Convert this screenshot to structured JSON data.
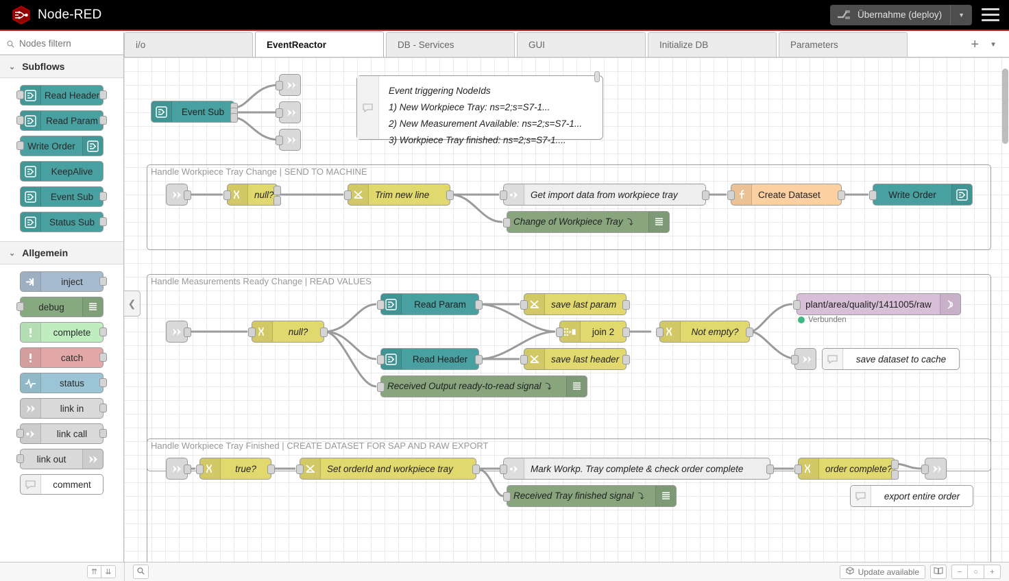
{
  "header": {
    "brand": "Node-RED",
    "logo_icon": "node-red-hex-logo",
    "deploy_label": "Übernahme (deploy)",
    "deploy_icon": "deploy-icon",
    "deploy_caret_icon": "chevron-down-icon",
    "menu_icon": "hamburger-menu-icon"
  },
  "palette": {
    "search_placeholder": "Nodes filtern",
    "search_icon": "search-icon",
    "collapse_icon": "chevron-left-icon",
    "categories": [
      {
        "name": "Subflows",
        "chevron_icon": "chevron-down-icon",
        "nodes": [
          {
            "label": "Read Header",
            "icon": "subflow-icon",
            "color": "#48a0a0",
            "icon_side": "left",
            "in": true,
            "out": true
          },
          {
            "label": "Read Param",
            "icon": "subflow-icon",
            "color": "#48a0a0",
            "icon_side": "left",
            "in": true,
            "out": true
          },
          {
            "label": "Write Order",
            "icon": "subflow-icon",
            "color": "#48a0a0",
            "icon_side": "right",
            "in": true,
            "out": false
          },
          {
            "label": "KeepAlive",
            "icon": "subflow-icon",
            "color": "#48a0a0",
            "icon_side": "left",
            "in": false,
            "out": false
          },
          {
            "label": "Event Sub",
            "icon": "subflow-icon",
            "color": "#48a0a0",
            "icon_side": "left",
            "in": false,
            "out": true
          },
          {
            "label": "Status Sub",
            "icon": "subflow-icon",
            "color": "#48a0a0",
            "icon_side": "left",
            "in": false,
            "out": true
          }
        ]
      },
      {
        "name": "Allgemein",
        "chevron_icon": "chevron-down-icon",
        "nodes": [
          {
            "label": "inject",
            "icon": "inject-arrow-icon",
            "color": "#a6bbcf",
            "icon_side": "left",
            "in": false,
            "out": true
          },
          {
            "label": "debug",
            "icon": "debug-lines-icon",
            "color": "#87a980",
            "icon_side": "right",
            "in": true,
            "out": false
          },
          {
            "label": "complete",
            "icon": "exclamation-icon",
            "color": "#c0edc0",
            "icon_side": "left",
            "in": false,
            "out": true
          },
          {
            "label": "catch",
            "icon": "exclamation-icon",
            "color": "#e2a8a8",
            "icon_side": "left",
            "in": false,
            "out": true
          },
          {
            "label": "status",
            "icon": "pulse-icon",
            "color": "#9bc4d4",
            "icon_side": "left",
            "in": false,
            "out": true
          },
          {
            "label": "link in",
            "icon": "link-icon",
            "color": "#d9d9d9",
            "icon_side": "left",
            "in": false,
            "out": true
          },
          {
            "label": "link call",
            "icon": "link-call-icon",
            "color": "#d9d9d9",
            "icon_side": "left",
            "in": true,
            "out": true
          },
          {
            "label": "link out",
            "icon": "link-icon",
            "color": "#d9d9d9",
            "icon_side": "right",
            "in": true,
            "out": false
          },
          {
            "label": "comment",
            "icon": "comment-bubble-icon",
            "color": "#ffffff",
            "icon_side": "left",
            "in": false,
            "out": false
          }
        ]
      }
    ]
  },
  "tabs": {
    "items": [
      {
        "label": "i/o",
        "active": false
      },
      {
        "label": "EventReactor",
        "active": true
      },
      {
        "label": "DB - Services",
        "active": false
      },
      {
        "label": "GUI",
        "active": false
      },
      {
        "label": "Initialize DB",
        "active": false
      },
      {
        "label": "Parameters",
        "active": false
      }
    ],
    "add_label": "+",
    "add_icon": "plus-icon",
    "menu_icon": "chevron-down-icon"
  },
  "flow": {
    "event_sub": {
      "label": "Event Sub",
      "icon": "subflow-icon",
      "color": "#48a0a0"
    },
    "comment_note": {
      "icon": "comment-bubble-icon",
      "lines": [
        "Event triggering NodeIds",
        "1) New Workpiece Tray: ns=2;s=S7-1...",
        "2) New Measurement Available: ns=2;s=S7-1...",
        "3) Workpiece Tray finished: ns=2;s=S7-1...."
      ]
    },
    "groups": [
      {
        "title": "Handle Workpiece Tray Change | SEND TO MACHINE",
        "nodes": [
          {
            "label": "",
            "icon": "link-in-icon",
            "color": "#d9d9d9",
            "kind": "link"
          },
          {
            "label": "null?",
            "icon": "switch-icon",
            "color": "#e2d96e",
            "kind": "switch"
          },
          {
            "label": "Trim new line",
            "icon": "change-icon",
            "color": "#e2d96e",
            "kind": "change"
          },
          {
            "label": "Get import data from workpiece tray",
            "icon": "link-call-icon",
            "color": "#eeeeee",
            "kind": "linkcall"
          },
          {
            "label": "Change of Workpiece Tray",
            "icon": "debug-lines-icon",
            "color": "#88a57e",
            "kind": "debug"
          },
          {
            "label": "Create Dataset",
            "icon": "function-icon",
            "color": "#fdd0a2",
            "kind": "function"
          },
          {
            "label": "Write Order",
            "icon": "subflow-icon",
            "color": "#48a0a0",
            "kind": "subflow"
          }
        ]
      },
      {
        "title": "Handle Measurements Ready Change | READ VALUES",
        "nodes": [
          {
            "label": "",
            "icon": "link-in-icon",
            "color": "#d9d9d9",
            "kind": "link"
          },
          {
            "label": "null?",
            "icon": "switch-icon",
            "color": "#e2d96e",
            "kind": "switch"
          },
          {
            "label": "Read Param",
            "icon": "subflow-icon",
            "color": "#48a0a0",
            "kind": "subflow"
          },
          {
            "label": "Read Header",
            "icon": "subflow-icon",
            "color": "#48a0a0",
            "kind": "subflow"
          },
          {
            "label": "save last param",
            "icon": "change-icon",
            "color": "#e2d96e",
            "kind": "change"
          },
          {
            "label": "save last header",
            "icon": "change-icon",
            "color": "#e2d96e",
            "kind": "change"
          },
          {
            "label": "Received Output ready-to-read signal",
            "icon": "debug-lines-icon",
            "color": "#88a57e",
            "kind": "debug"
          },
          {
            "label": "join 2",
            "icon": "join-icon",
            "color": "#e2d96e",
            "kind": "join"
          },
          {
            "label": "Not empty?",
            "icon": "switch-icon",
            "color": "#e2d96e",
            "kind": "switch"
          },
          {
            "label": "plant/area/quality/1411005/raw",
            "icon": "mqtt-icon",
            "color": "#d8bfd8",
            "kind": "mqtt"
          },
          {
            "label": "save dataset to cache",
            "icon": "comment-bubble-icon",
            "color": "#ffffff",
            "kind": "comment"
          }
        ],
        "status": {
          "text": "Verbunden",
          "color": "#3fb883"
        }
      },
      {
        "title": "Handle Workpiece Tray Finished | CREATE DATASET FOR SAP AND RAW EXPORT",
        "nodes": [
          {
            "label": "",
            "icon": "link-in-icon",
            "color": "#d9d9d9",
            "kind": "link"
          },
          {
            "label": "true?",
            "icon": "switch-icon",
            "color": "#e2d96e",
            "kind": "switch"
          },
          {
            "label": "Set orderId and workpiece tray",
            "icon": "change-icon",
            "color": "#e2d96e",
            "kind": "change"
          },
          {
            "label": "Mark Workp. Tray complete & check order complete",
            "icon": "link-call-icon",
            "color": "#eeeeee",
            "kind": "linkcall"
          },
          {
            "label": "Received Tray finished signal",
            "icon": "debug-lines-icon",
            "color": "#88a57e",
            "kind": "debug"
          },
          {
            "label": "order complete?",
            "icon": "switch-icon",
            "color": "#e2d96e",
            "kind": "switch"
          },
          {
            "label": "",
            "icon": "link-out-icon",
            "color": "#d9d9d9",
            "kind": "link"
          },
          {
            "label": "export entire order",
            "icon": "comment-bubble-icon",
            "color": "#ffffff",
            "kind": "comment"
          }
        ]
      }
    ]
  },
  "footer": {
    "collapse_all_icon": "chevrons-up-icon",
    "expand_all_icon": "chevrons-down-icon",
    "search_icon": "search-icon",
    "update_label": "Update available",
    "update_icon": "package-icon",
    "book_icon": "book-icon",
    "zoom_out_label": "−",
    "zoom_reset_label": "○",
    "zoom_in_label": "+"
  }
}
